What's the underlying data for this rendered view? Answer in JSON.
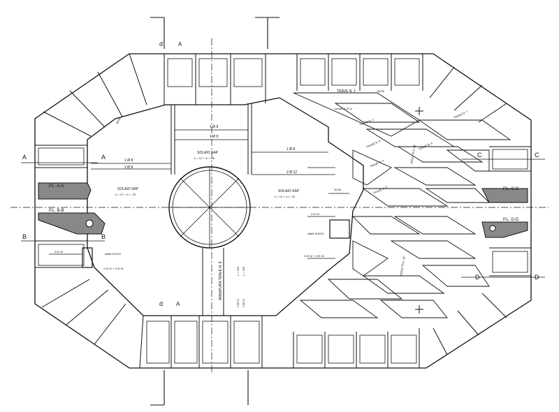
{
  "drawing": {
    "section_marks": {
      "A_left": "A",
      "A_inner": "A",
      "B_left": "B",
      "B_inner": "B",
      "C_right": "C",
      "C_inner": "C",
      "D_right": "D",
      "D_inner": "D"
    },
    "top_markers": [
      "d",
      "A"
    ],
    "bottom_markers": [
      "d",
      "A"
    ],
    "section_labels": {
      "aa": "P.L. A-A",
      "bb": "P.L. B-B",
      "cc": "P.L. C-C",
      "dd": "P.L. D-D"
    },
    "slab_labels": {
      "left": "SOLAIO SAP",
      "left_sub": "h = 12 + 4   i = 25",
      "center": "SOLAIO SAP",
      "center_sub": "h = 12 + 4   i = 25",
      "right": "SOLAIO SAP",
      "right_sub": "h = 12 + 4   i = 25"
    },
    "beam_labels": {
      "t1": "TRAVE N. 1",
      "t1_size": "30/30",
      "t2": "TRAVE N. 2",
      "t3": "TRAVE N. 3",
      "t4": "TRAVE N. 4",
      "t5": "TRAVE N. 5",
      "t6": "TRAVE N. 6",
      "t7": "TRAVE N. 7",
      "s10": "SOLETTA h. 10",
      "s11": "SOLETTA h. 10",
      "cordolo": "cordolo 4 Ø 12"
    },
    "rebar_notes": {
      "r1": "1 Ø 8",
      "r2": "1 Ø 8",
      "r3": "1 Ø 8",
      "r4": "2 Ø 8",
      "r5": "1 Ø 8",
      "r6": "2 Ø 12",
      "r7": "staffe Ø 8/20",
      "r8": "4 Ø 16 + 2 Ø 16",
      "r9": "2 Ø 16",
      "r10": "staffe Ø 8/25",
      "r11": "3 Ø 16",
      "r12": "2 Ø 12 + 2 Ø 16",
      "size_left": "30/30",
      "size_center": "30/30"
    },
    "vertical_notes": {
      "v1": "ARMATURA TRAVE N. 8",
      "v2": "L = 250",
      "v3": "L = 250",
      "v4": "2 Ø 12",
      "v5": "2 Ø 12"
    }
  }
}
